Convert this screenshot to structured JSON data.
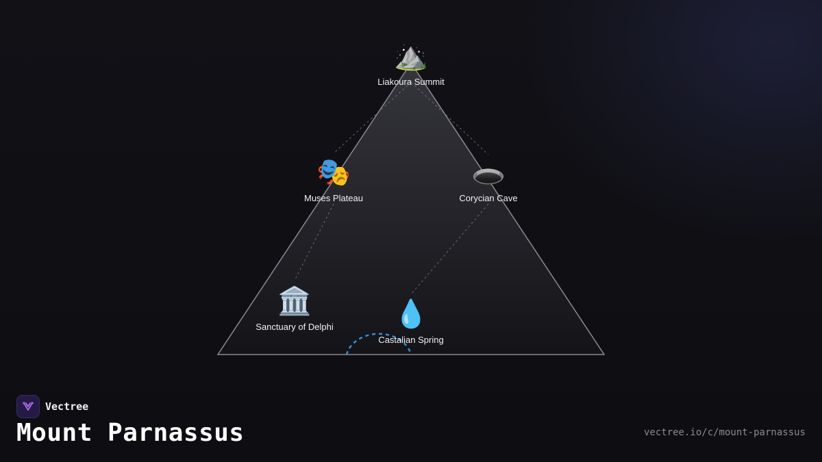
{
  "brand": {
    "name": "Vectree",
    "logo_icon": "fork-icon",
    "accent": "#b06ee8"
  },
  "title": "Mount Parnassus",
  "url": "vectree.io/c/mount-parnassus",
  "diagram": {
    "shape": "triangle",
    "colors": {
      "triangle_top": "#35353c",
      "triangle_bottom": "#141418",
      "edge": "#8a8a92",
      "arc": "#3a8fd6"
    },
    "nodes": [
      {
        "id": "summit",
        "icon": "⛰️",
        "icon_name": "mountain-icon",
        "label": "Liakoura Summit"
      },
      {
        "id": "muses",
        "icon": "🎭",
        "icon_name": "theater-masks-icon",
        "label": "Muses Plateau"
      },
      {
        "id": "cave",
        "icon": "🕳️",
        "icon_name": "cave-hole-icon",
        "label": "Corycian Cave"
      },
      {
        "id": "delphi",
        "icon": "🏛️",
        "icon_name": "classical-building-icon",
        "label": "Sanctuary of Delphi"
      },
      {
        "id": "spring",
        "icon": "💧",
        "icon_name": "water-drop-icon",
        "label": "Castalian Spring"
      }
    ],
    "edges": [
      [
        "summit",
        "muses"
      ],
      [
        "summit",
        "cave"
      ],
      [
        "muses",
        "delphi"
      ],
      [
        "cave",
        "spring"
      ]
    ]
  }
}
